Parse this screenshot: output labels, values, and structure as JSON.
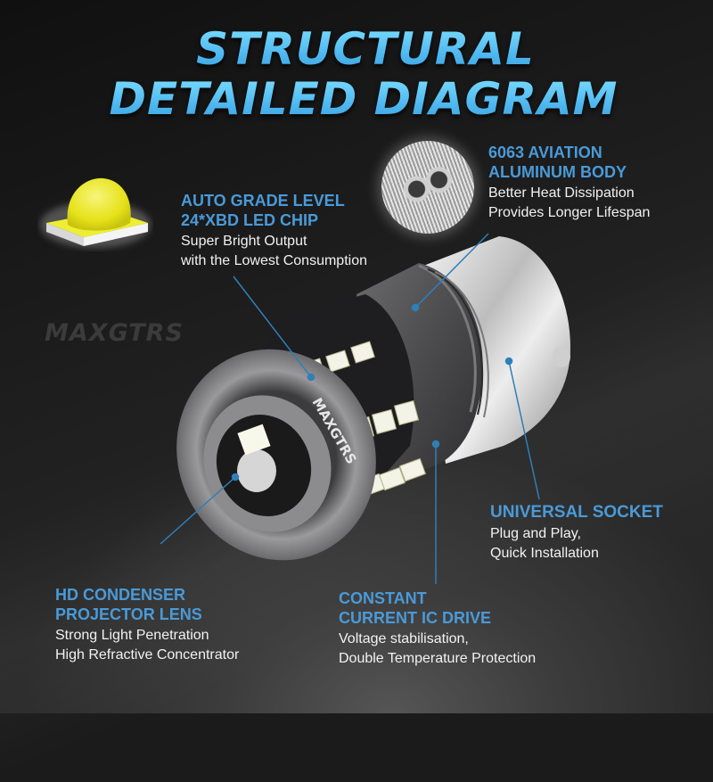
{
  "title": {
    "line1": "STRUCTURAL",
    "line2": "DETAILED DIAGRAM"
  },
  "brand": {
    "watermark": "MAXGTRS",
    "bulb_engraving": "MAXGTRS"
  },
  "colors": {
    "title_blue": "#5ec8f5",
    "heading_blue": "#4a9ad8",
    "body_text": "#f2f2f2",
    "background": "#1b1b1c",
    "leader_line": "#2f7fb8"
  },
  "features": [
    {
      "id": "led-chip",
      "heading_line1": "AUTO GRADE LEVEL",
      "heading_line2": "24*XBD LED CHIP",
      "desc_line1": "Super Bright Output",
      "desc_line2": "with the Lowest Consumption",
      "icon": "led-chip-icon"
    },
    {
      "id": "aluminum-body",
      "heading_line1": "6063 AVIATION",
      "heading_line2": "ALUMINUM BODY",
      "desc_line1": "Better Heat Dissipation",
      "desc_line2": "Provides Longer Lifespan",
      "icon": "aluminum-heatsink-icon"
    },
    {
      "id": "universal-socket",
      "heading_line1": "UNIVERSAL SOCKET",
      "desc_line1": "Plug and Play,",
      "desc_line2": "Quick Installation"
    },
    {
      "id": "projector-lens",
      "heading_line1": "HD CONDENSER",
      "heading_line2": "PROJECTOR LENS",
      "desc_line1": "Strong Light Penetration",
      "desc_line2": "High Refractive Concentrator"
    },
    {
      "id": "ic-drive",
      "heading_line1": "CONSTANT",
      "heading_line2": "CURRENT IC DRIVE",
      "desc_line1": "Voltage stabilisation,",
      "desc_line2": "Double Temperature Protection"
    }
  ]
}
